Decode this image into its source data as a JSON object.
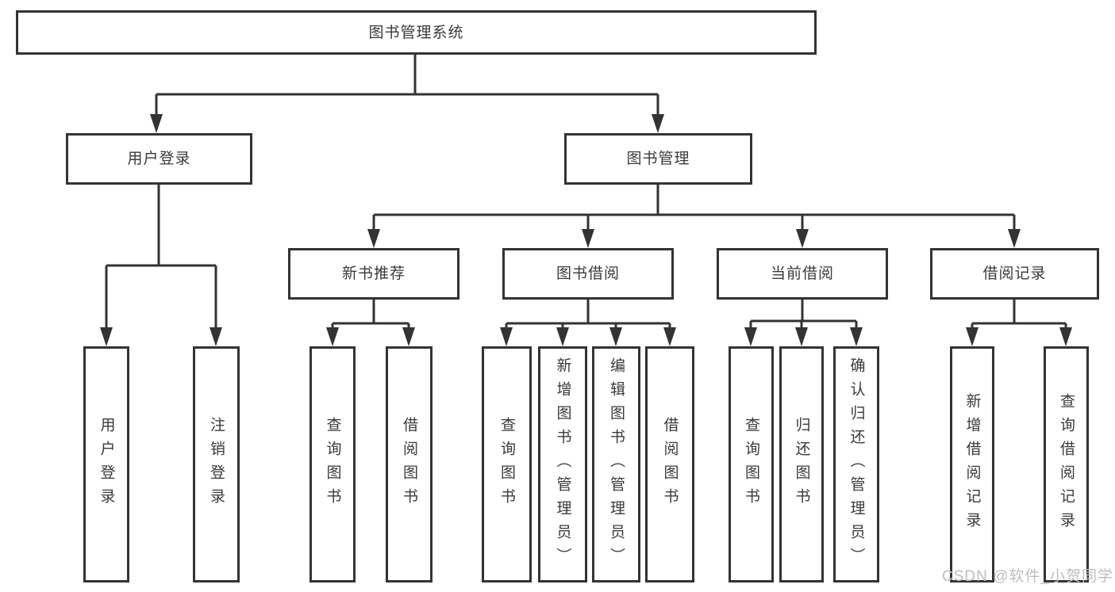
{
  "diagram": {
    "root": "图书管理系统",
    "level2": {
      "user_login": "用户登录",
      "book_mgmt": "图书管理"
    },
    "level3": {
      "new_book_rec": "新书推荐",
      "book_borrow": "图书借阅",
      "current_borrow": "当前借阅",
      "borrow_records": "借阅记录"
    },
    "leaves": {
      "user": [
        "用户登录",
        "注销登录"
      ],
      "new_book": [
        "查询图书",
        "借阅图书"
      ],
      "borrow": [
        "查询图书",
        "新增图书（管理员）",
        "编辑图书（管理员）",
        "借阅图书"
      ],
      "current": [
        "查询图书",
        "归还图书",
        "确认归还（管理员）"
      ],
      "records": [
        "新增借阅记录",
        "查询借阅记录"
      ]
    },
    "colors": {
      "line": "#333333",
      "text": "#3a3a3a",
      "box_fill": "#ffffff",
      "background": "#ffffff",
      "watermark": "#bdbdbd"
    },
    "watermark": "CSDN @软件_小贺同学"
  }
}
